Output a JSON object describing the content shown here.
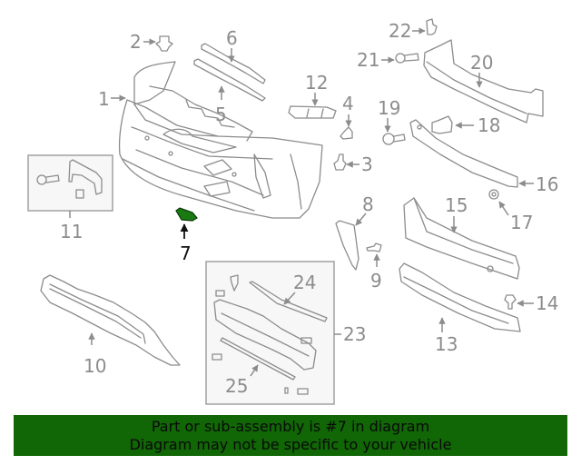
{
  "diagram": {
    "highlight_part": "7",
    "highlight_color": "#1a7a12",
    "line_color": "#8c8c8c",
    "callouts": [
      {
        "n": "1",
        "label": "1"
      },
      {
        "n": "2",
        "label": "2"
      },
      {
        "n": "3",
        "label": "3"
      },
      {
        "n": "4",
        "label": "4"
      },
      {
        "n": "5",
        "label": "5"
      },
      {
        "n": "6",
        "label": "6"
      },
      {
        "n": "7",
        "label": "7"
      },
      {
        "n": "8",
        "label": "8"
      },
      {
        "n": "9",
        "label": "9"
      },
      {
        "n": "10",
        "label": "10"
      },
      {
        "n": "11",
        "label": "11"
      },
      {
        "n": "12",
        "label": "12"
      },
      {
        "n": "13",
        "label": "13"
      },
      {
        "n": "14",
        "label": "14"
      },
      {
        "n": "15",
        "label": "15"
      },
      {
        "n": "16",
        "label": "16"
      },
      {
        "n": "17",
        "label": "17"
      },
      {
        "n": "18",
        "label": "18"
      },
      {
        "n": "19",
        "label": "19"
      },
      {
        "n": "20",
        "label": "20"
      },
      {
        "n": "21",
        "label": "21"
      },
      {
        "n": "22",
        "label": "22"
      },
      {
        "n": "23",
        "label": "23"
      },
      {
        "n": "24",
        "label": "24"
      },
      {
        "n": "25",
        "label": "25"
      }
    ]
  },
  "banner": {
    "line1": "Part or sub-assembly is #7 in diagram",
    "line2": "Diagram may not be specific to your vehicle",
    "background": "#116606"
  }
}
